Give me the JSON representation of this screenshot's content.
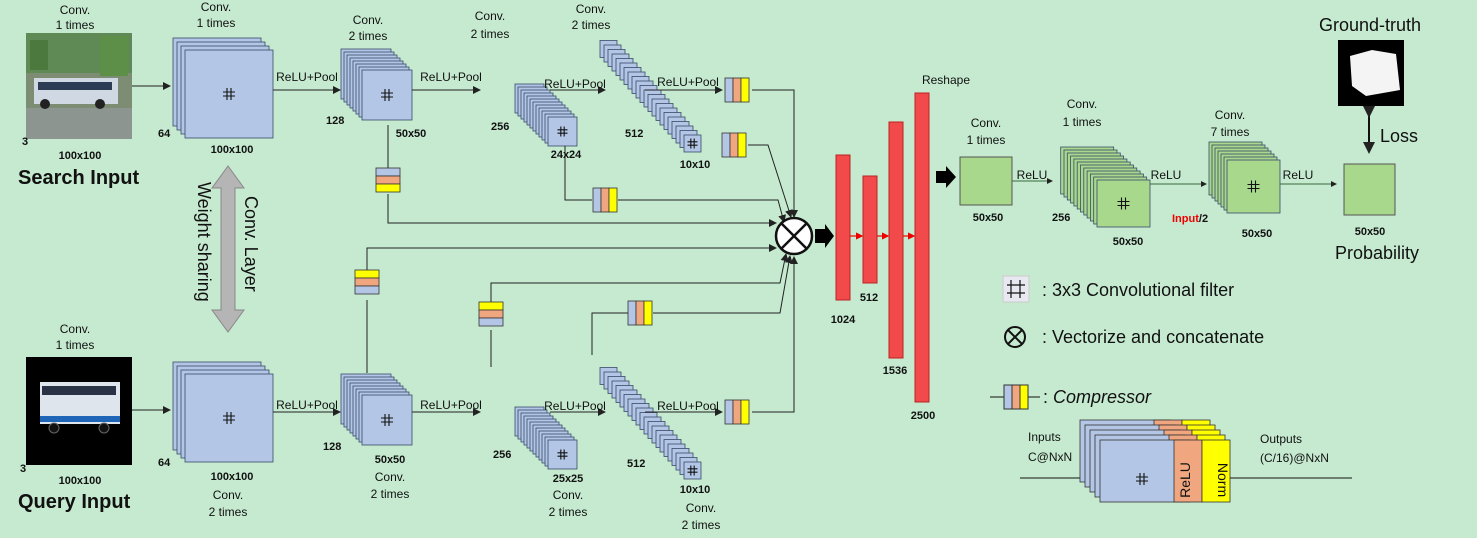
{
  "search": {
    "title": "Search Input",
    "input_conv": [
      "Conv.",
      "1 times"
    ],
    "input_size": "100x100",
    "channels": "3",
    "stage1": {
      "conv": [
        "Conv.",
        "1 times"
      ],
      "depth": "64",
      "size": "100x100"
    },
    "stage2": {
      "conv": [
        "Conv.",
        "2 times"
      ],
      "depth": "128",
      "size": "50x50"
    },
    "stage3": {
      "conv": [
        "Conv.",
        "2 times"
      ],
      "depth": "256",
      "size": "24x24"
    },
    "stage4": {
      "conv": [
        "Conv.",
        "2 times"
      ],
      "depth": "512",
      "size": "10x10"
    }
  },
  "query": {
    "title": "Query Input",
    "input_conv": [
      "Conv.",
      "1 times"
    ],
    "input_size": "100x100",
    "channels": "3",
    "stage1": {
      "conv": [
        "Conv.",
        "2 times"
      ],
      "depth": "64",
      "size": "100x100"
    },
    "stage2": {
      "conv": [
        "Conv.",
        "2 times"
      ],
      "depth": "128",
      "size": "50x50"
    },
    "stage3": {
      "conv": [
        "Conv.",
        "2 times"
      ],
      "depth": "256",
      "size": "25x25"
    },
    "stage4": {
      "conv": [
        "Conv.",
        "2 times"
      ],
      "depth": "512",
      "size": "10x10"
    }
  },
  "relu_pool": "ReLU+Pool",
  "weight_sharing": {
    "left": "Weight sharing",
    "right": "Conv. Layer"
  },
  "fc": {
    "reshape": "Reshape",
    "sizes": [
      "1024",
      "512",
      "1536",
      "2500"
    ]
  },
  "decoder": {
    "stage1": {
      "conv": [
        "Conv.",
        "1 times"
      ],
      "size": "50x50"
    },
    "stage2": {
      "conv": [
        "Conv.",
        "1 times"
      ],
      "depth": "256",
      "size": "50x50"
    },
    "stage3": {
      "conv": [
        "Conv.",
        "7 times"
      ],
      "size": "50x50",
      "input_label": "Input",
      "input_suffix": "/2"
    },
    "output": {
      "size": "50x50",
      "label": "Probability"
    },
    "relu": "ReLU"
  },
  "ground_truth": {
    "title": "Ground-truth",
    "loss": "Loss"
  },
  "legend": {
    "filter": ": 3x3 Convolutional filter",
    "concat": ": Vectorize and concatenate",
    "compressor": "Compressor",
    "compressor_prefix": ": "
  },
  "compressor_detail": {
    "inputs": "Inputs",
    "inputs_shape": "C@NxN",
    "outputs": "Outputs",
    "outputs_shape": "(C/16)@NxN",
    "relu": "ReLU",
    "norm": "Norm"
  },
  "colors": {
    "background": "#c6ead0",
    "blue_fill": "#b3c6e6",
    "green_fill": "#a7d88c",
    "red_bar": "#f24a4a",
    "relu_orange": "#f0a77f",
    "norm_yellow": "#ffff00"
  }
}
